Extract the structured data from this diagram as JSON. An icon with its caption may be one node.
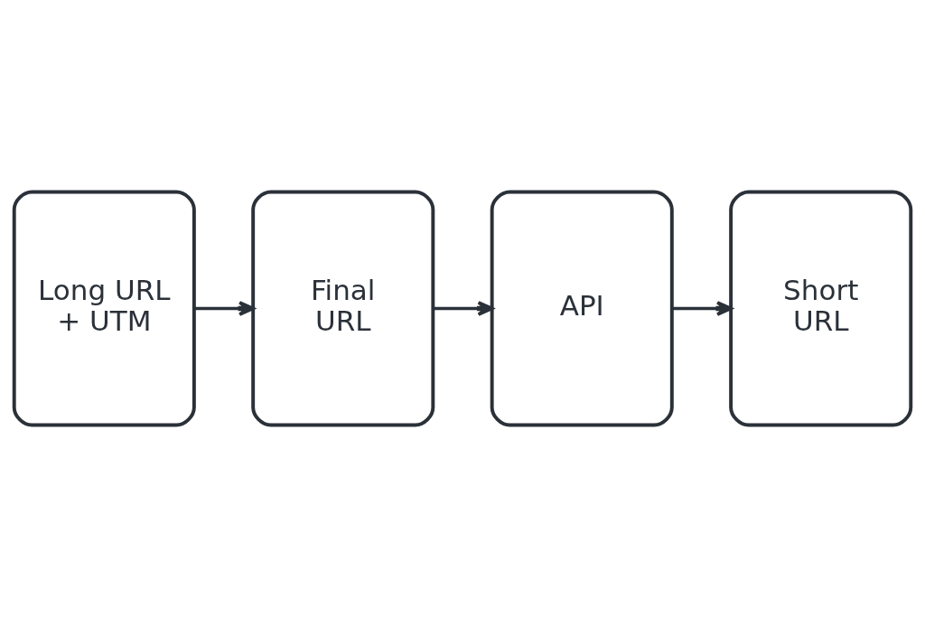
{
  "diagram": {
    "nodes": [
      {
        "text": [
          "Long URL + UTM"
        ]
      },
      {
        "text": [
          "Final URL"
        ]
      },
      {
        "text": [
          "API"
        ]
      },
      {
        "text": [
          "Short URL"
        ]
      }
    ],
    "edges": [
      {
        "from": 0,
        "to": 1,
        "arrow": "to"
      },
      {
        "from": 1,
        "to": 2,
        "arrow": "to"
      },
      {
        "from": 2,
        "to": 3,
        "arrow": "to"
      }
    ]
  }
}
